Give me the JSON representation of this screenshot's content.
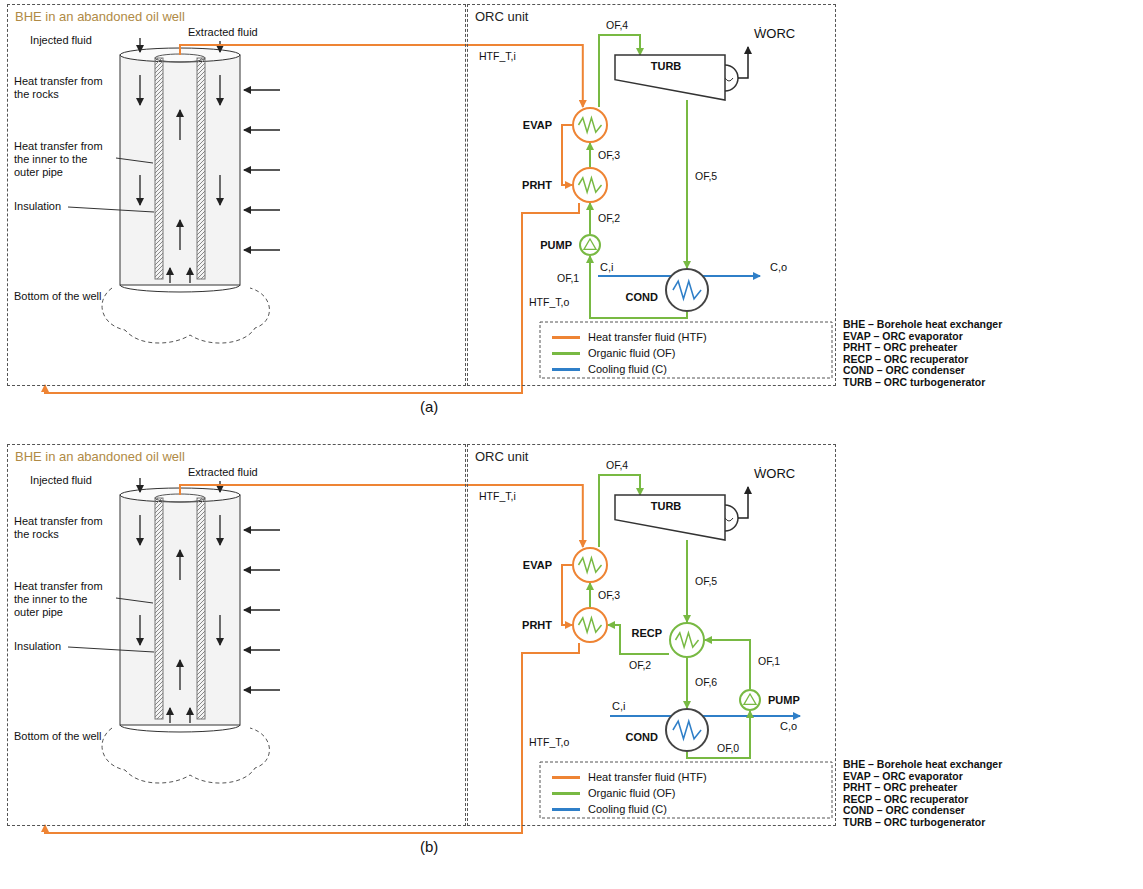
{
  "diagram": {
    "nodes": [
      {
        "text": [
          "BHE in an abandoned oil well"
        ]
      },
      {
        "text": [
          "ORC unit"
        ]
      },
      {
        "text": [
          "EVAP"
        ],
        "in": 1
      },
      {
        "text": [
          "PRHT"
        ],
        "in": 1
      },
      {
        "text": [
          "PUMP"
        ],
        "in": 1
      },
      {
        "text": [
          "TURB"
        ],
        "in": 1
      },
      {
        "text": [
          "COND"
        ],
        "in": 1
      },
      {
        "text": [
          "BHE in an abandoned oil well"
        ]
      },
      {
        "text": [
          "ORC unit"
        ]
      },
      {
        "text": [
          "EVAP"
        ],
        "in": 8
      },
      {
        "text": [
          "PRHT"
        ],
        "in": 8
      },
      {
        "text": [
          "RECP"
        ],
        "in": 8
      },
      {
        "text": [
          "PUMP"
        ],
        "in": 8
      },
      {
        "text": [
          "TURB"
        ],
        "in": 8
      },
      {
        "text": [
          "COND"
        ],
        "in": 8
      }
    ],
    "edges": [
      {
        "from": 0,
        "to": 2,
        "arrow": "to",
        "label": "HTF_T,i"
      },
      {
        "from": 2,
        "to": 3,
        "arrow": "to"
      },
      {
        "from": 3,
        "to": 0,
        "arrow": "to",
        "label": "HTF_T,o"
      },
      {
        "from": 4,
        "to": 3,
        "arrow": "to",
        "label": "OF,2"
      },
      {
        "from": 3,
        "to": 2,
        "arrow": "to",
        "label": "OF,3"
      },
      {
        "from": 2,
        "to": 5,
        "arrow": "to",
        "label": "OF,4"
      },
      {
        "from": 5,
        "to": 6,
        "arrow": "to",
        "label": "OF,5"
      },
      {
        "from": 6,
        "to": 4,
        "arrow": "to",
        "label": "OF,1"
      },
      {
        "from": 7,
        "to": 9,
        "arrow": "to",
        "label": "HTF_T,i"
      },
      {
        "from": 9,
        "to": 10,
        "arrow": "to"
      },
      {
        "from": 10,
        "to": 7,
        "arrow": "to",
        "label": "HTF_T,o"
      },
      {
        "from": 11,
        "to": 10,
        "arrow": "to",
        "label": "OF,2"
      },
      {
        "from": 10,
        "to": 9,
        "arrow": "to",
        "label": "OF,3"
      },
      {
        "from": 9,
        "to": 13,
        "arrow": "to",
        "label": "OF,4"
      },
      {
        "from": 13,
        "to": 11,
        "arrow": "to",
        "label": "OF,5"
      },
      {
        "from": 11,
        "to": 14,
        "arrow": "to",
        "label": "OF,6"
      },
      {
        "from": 14,
        "to": 12,
        "arrow": "to",
        "label": "OF,0"
      },
      {
        "from": 12,
        "to": 11,
        "arrow": "to",
        "label": "OF,1"
      }
    ],
    "labels": [
      "Injected fluid",
      "Extracted fluid",
      "Heat transfer from the rocks",
      "Heat transfer from the inner to the outer pipe",
      "Insulation",
      "Bottom of the well",
      "ẆORC",
      "C,i",
      "C,o",
      "BHE – Borehole heat exchanger",
      "EVAP – ORC evaporator",
      "PRHT – ORC preheater",
      "RECP – ORC recuperator",
      "COND – ORC condenser",
      "TURB – ORC turbogenerator",
      "(a)",
      "Injected fluid",
      "Extracted fluid",
      "Heat transfer from the rocks",
      "Heat transfer from the inner to the outer pipe",
      "Insulation",
      "Bottom of the well",
      "ẆORC",
      "C,i",
      "C,o",
      "BHE – Borehole heat exchanger",
      "EVAP – ORC evaporator",
      "PRHT – ORC preheater",
      "RECP – ORC recuperator",
      "COND – ORC condenser",
      "TURB – ORC turbogenerator",
      "(b)"
    ],
    "legend": [
      {
        "text": "Heat transfer fluid (HTF)",
        "color": "#ee8434"
      },
      {
        "text": "Organic fluid (OF)",
        "color": "#78b943"
      },
      {
        "text": "Cooling fluid (C)",
        "color": "#2f7fc8"
      },
      {
        "text": "Heat transfer fluid (HTF)",
        "color": "#ee8434"
      },
      {
        "text": "Organic fluid (OF)",
        "color": "#78b943"
      },
      {
        "text": "Cooling fluid (C)",
        "color": "#2f7fc8"
      }
    ]
  }
}
